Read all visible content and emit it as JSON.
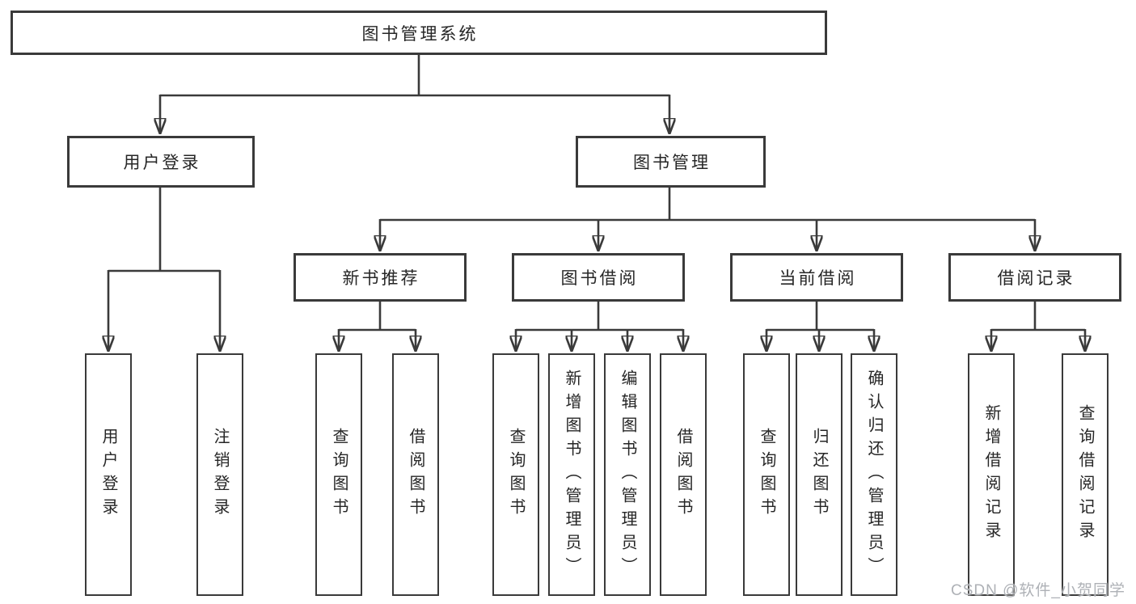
{
  "tree": {
    "root": "图书管理系统",
    "children": [
      {
        "label": "用户登录",
        "children": [
          "用户登录",
          "注销登录"
        ]
      },
      {
        "label": "图书管理",
        "children": [
          {
            "label": "新书推荐",
            "children": [
              "查询图书",
              "借阅图书"
            ]
          },
          {
            "label": "图书借阅",
            "children": [
              "查询图书",
              "新增图书（管理员）",
              "编辑图书（管理员）",
              "借阅图书"
            ]
          },
          {
            "label": "当前借阅",
            "children": [
              "查询图书",
              "归还图书",
              "确认归还（管理员）"
            ]
          },
          {
            "label": "借阅记录",
            "children": [
              "新增借阅记录",
              "查询借阅记录"
            ]
          }
        ]
      }
    ]
  },
  "watermark": {
    "text": "CSDN @软件_小贺同学"
  },
  "colors": {
    "line": "#3a3a3a",
    "text": "#262626",
    "background": "#ffffff",
    "watermark": "#aeb1b6"
  }
}
